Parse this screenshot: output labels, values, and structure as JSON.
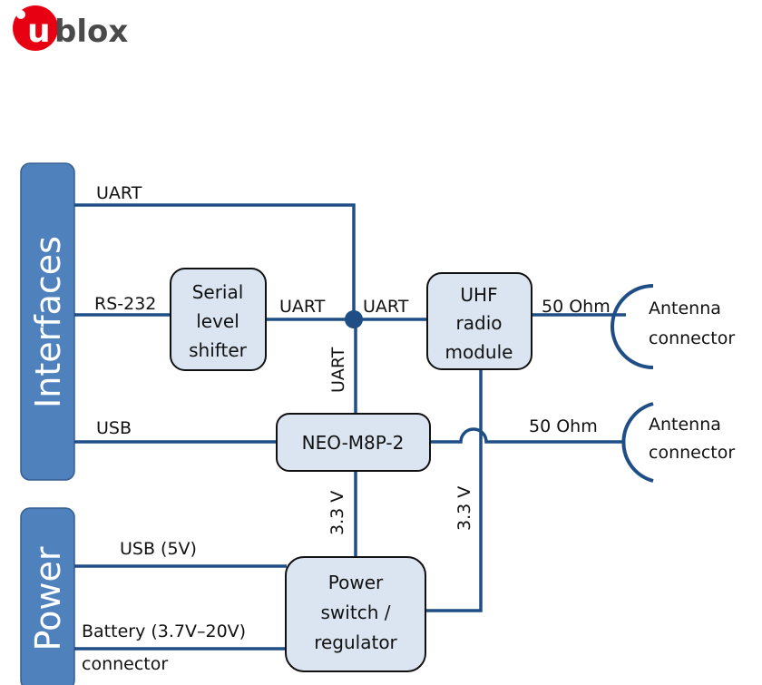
{
  "logo": {
    "mark": "u",
    "wordmark": "blox",
    "brand_color": "#e60012",
    "text_color": "#4a4a4a"
  },
  "colors": {
    "wire": "#1f4e86",
    "panel": "#4f81bd",
    "block_fill": "#dbe5f1",
    "block_stroke": "#111111"
  },
  "panels": {
    "interfaces": "Interfaces",
    "power": "Power"
  },
  "blocks": {
    "serial_shifter": [
      "Serial",
      "level",
      "shifter"
    ],
    "uhf_radio": [
      "UHF",
      "radio",
      "module"
    ],
    "neo": [
      "NEO-M8P-2"
    ],
    "power_switch": [
      "Power",
      "switch /",
      "regulator"
    ]
  },
  "labels": {
    "uart_top": "UART",
    "rs232": "RS-232",
    "uart_shifter_out": "UART",
    "uart_to_uhf": "UART",
    "uart_vertical": "UART",
    "usb": "USB",
    "ohm_uhf": "50 Ohm",
    "ohm_neo": "50 Ohm",
    "v33_neo": "3.3 V",
    "v33_uhf": "3.3 V",
    "usb_5v": "USB (5V)",
    "battery": "Battery (3.7V–20V)",
    "battery_connector": "connector"
  },
  "antennas": [
    {
      "line1": "Antenna",
      "line2": "connector"
    },
    {
      "line1": "Antenna",
      "line2": "connector"
    }
  ]
}
